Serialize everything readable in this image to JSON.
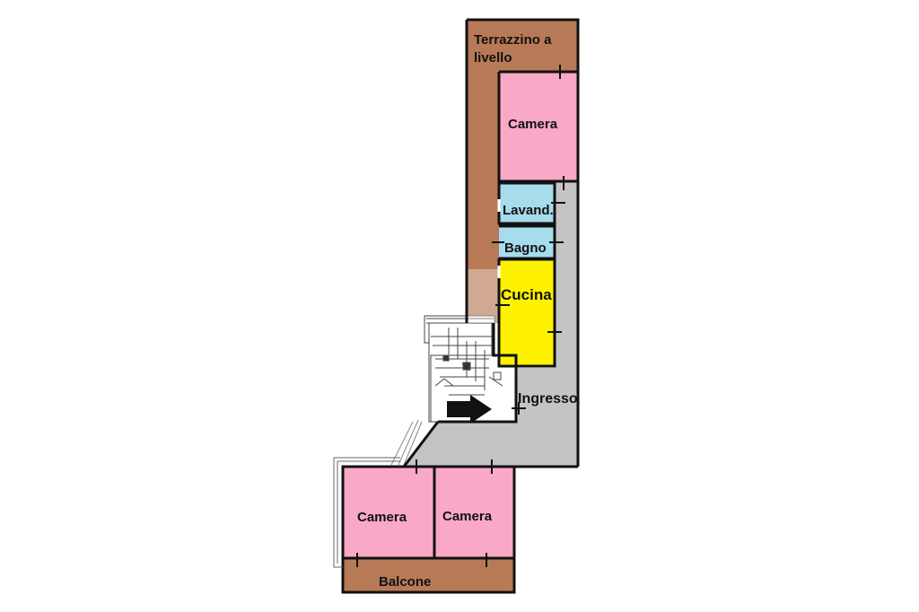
{
  "rooms": {
    "terrazzino_line1": "Terrazzino a",
    "terrazzino_line2": "livello",
    "camera_top": "Camera",
    "lavanderia": "Lavand.",
    "bagno": "Bagno",
    "cucina": "Cucina",
    "ingresso": "Ingresso",
    "camera_bottom_left": "Camera",
    "camera_bottom_right": "Camera",
    "balcone": "Balcone"
  },
  "colors": {
    "terrace": "#b87a56",
    "bedroom": "#f9a8c8",
    "service": "#a6dcec",
    "kitchen": "#fff200",
    "corridor": "#c4c4c4",
    "wall": "#111111"
  }
}
